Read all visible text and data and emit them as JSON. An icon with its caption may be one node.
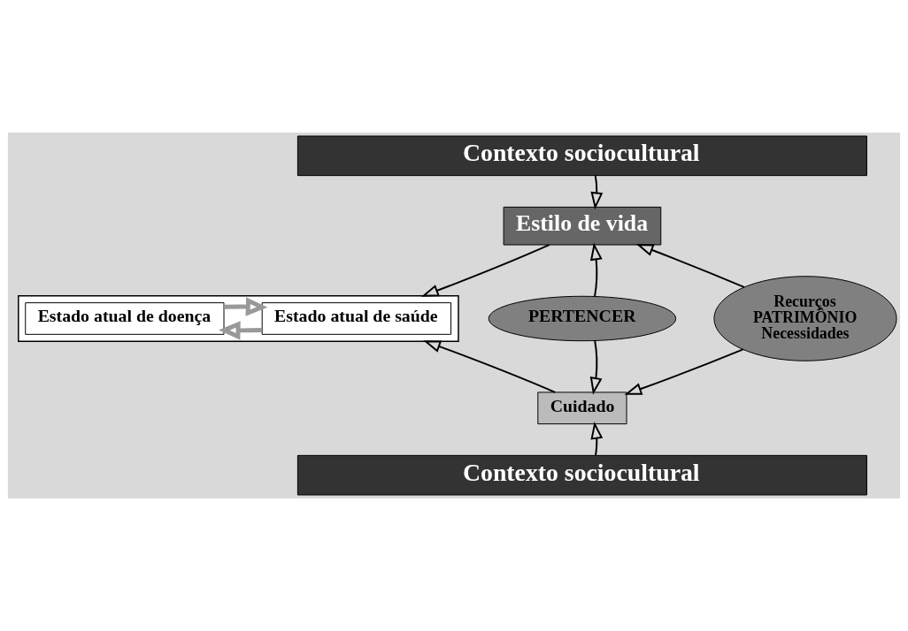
{
  "diagram": {
    "nodes": [
      {
        "text": [
          "Contexto sociocultural"
        ]
      },
      {
        "text": [
          "Estilo de vida"
        ]
      },
      {
        "text": [],
        "shape": "box"
      },
      {
        "text": [
          "Estado atual de saúde"
        ],
        "in": 2
      },
      {
        "text": [
          "Estado atual de doença"
        ],
        "in": 2
      },
      {
        "text": [
          "PERTENCER"
        ]
      },
      {
        "text": [
          "Recurços",
          "PATRIMÔNIO",
          "Necessidades"
        ]
      },
      {
        "text": [
          "Cuidado"
        ]
      },
      {
        "text": [
          "Contexto sociocultural"
        ]
      }
    ],
    "edges": [
      {
        "from": 0,
        "to": 1,
        "arrow": "to"
      },
      {
        "from": 1,
        "to": 2,
        "arrow": "to"
      },
      {
        "from": 5,
        "to": 1,
        "arrow": "to"
      },
      {
        "from": 6,
        "to": 1,
        "arrow": "to"
      },
      {
        "from": 3,
        "to": 4,
        "arrow": "to",
        "style": "thick",
        "color": "#999999"
      },
      {
        "from": 4,
        "to": 3,
        "arrow": "to",
        "style": "thick",
        "color": "#999999"
      },
      {
        "from": 5,
        "to": 7,
        "arrow": "to"
      },
      {
        "from": 6,
        "to": 7,
        "arrow": "to"
      },
      {
        "from": 7,
        "to": 2,
        "arrow": "to"
      },
      {
        "from": 8,
        "to": 7,
        "arrow": "to"
      }
    ]
  }
}
